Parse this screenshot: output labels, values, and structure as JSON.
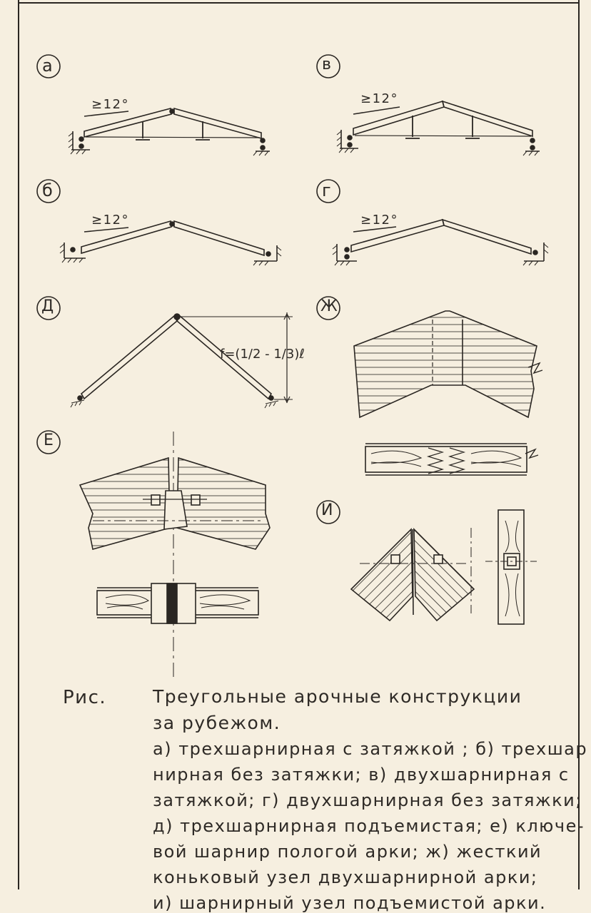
{
  "markers": {
    "a": "а",
    "v": "в",
    "b": "б",
    "g": "г",
    "d": "Д",
    "zh": "Ж",
    "e": "Е",
    "i": "И"
  },
  "angle_label": "≥12°",
  "rise_formula": "f=(1/2 - 1/3)ℓ",
  "caption": {
    "prefix": "Рис.",
    "lines": [
      "Треугольные арочные конструкции",
      "за рубежом.",
      "а) трехшарнирная с затяжкой ;  б) трехшар –",
      "нирная без затяжки;  в) двухшарнирная с",
      "затяжкой; г) двухшарнирная  без затяжки;",
      "д) трехшарнирная подъемистая; е) ключе-",
      "вой шарнир  пологой арки; ж)  жесткий",
      "коньковый узел двухшарнирной  арки;",
      "и) шарнирный  узел  подъемистой арки."
    ]
  },
  "colors": {
    "paper": "#f6efe0",
    "ink": "#2a2622"
  }
}
